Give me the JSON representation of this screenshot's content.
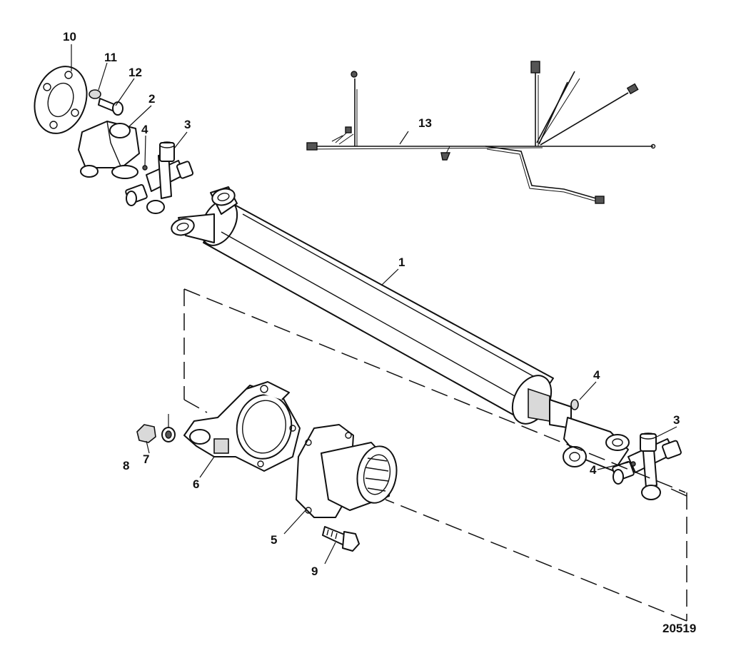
{
  "diagram": {
    "figure_number": "20519",
    "callouts": [
      "1",
      "2",
      "3",
      "3",
      "4",
      "4",
      "4",
      "5",
      "6",
      "7",
      "8",
      "9",
      "10",
      "11",
      "12",
      "13"
    ]
  }
}
